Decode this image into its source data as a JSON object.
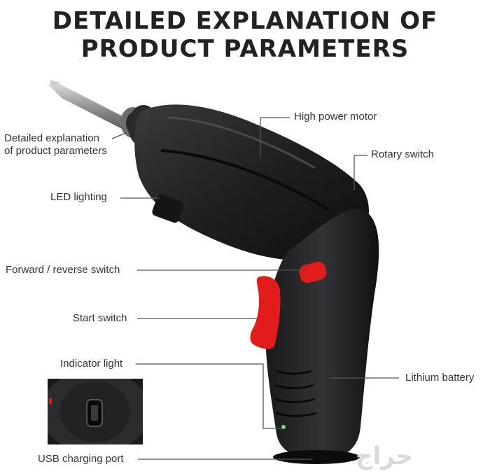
{
  "title": {
    "line1": "DETAILED EXPLANATION OF",
    "line2": "PRODUCT PARAMETERS"
  },
  "labels": {
    "detailed_line1": "Detailed explanation",
    "detailed_line2": "of product parameters",
    "motor": "High power motor",
    "rotary": "Rotary switch",
    "led": "LED lighting",
    "forward": "Forward / reverse switch",
    "start": "Start switch",
    "indicator": "Indicator light",
    "battery": "Lithium battery",
    "usb": "USB charging port"
  },
  "watermark": "حراج",
  "colors": {
    "body": "#1c1c1e",
    "accent": "#e21b1b",
    "line": "#555555"
  }
}
